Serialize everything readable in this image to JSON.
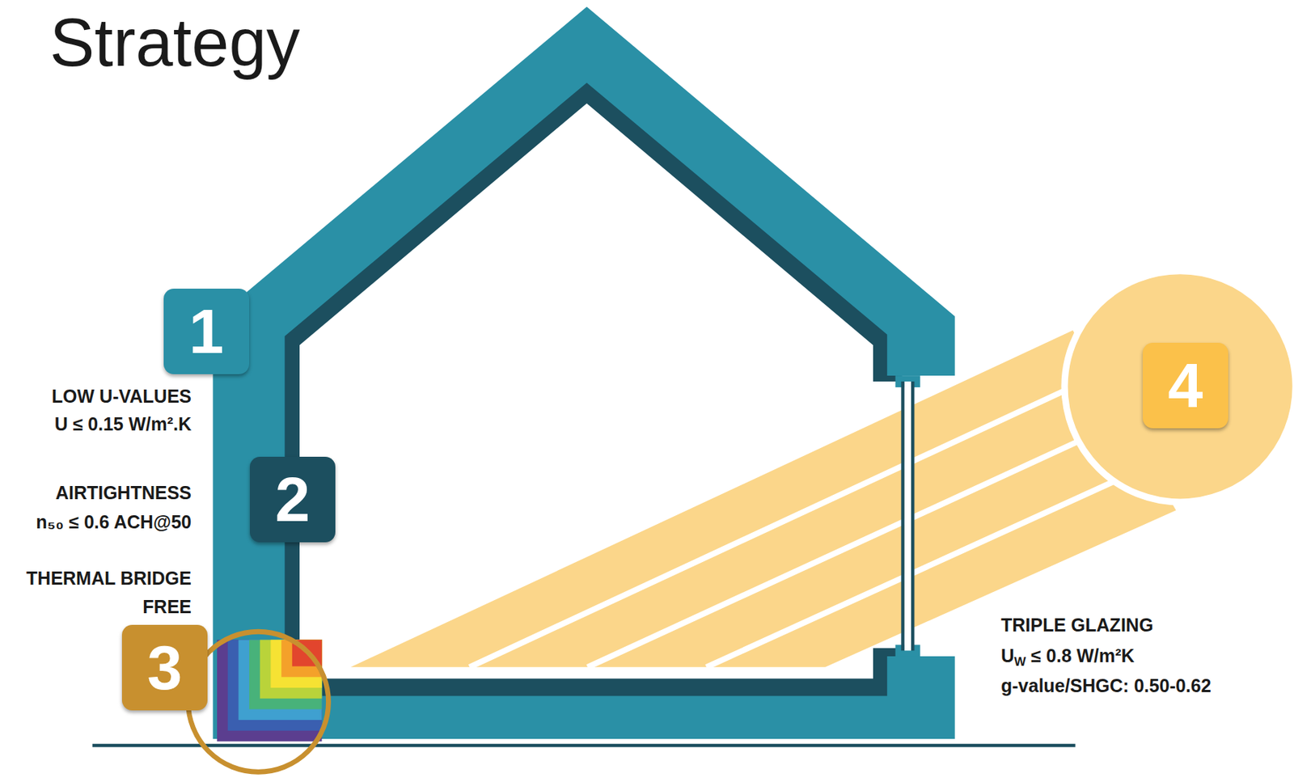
{
  "diagram": {
    "title": "Strategy",
    "labels": [
      "1",
      "LOW U-VALUES",
      "U ≤ 0.15 W/m².K",
      "2",
      "AIRTIGHTNESS",
      "n₅₀ ≤ 0.6 ACH@50",
      "THERMAL BRIDGE FREE",
      "3",
      "4",
      "TRIPLE GLAZING",
      "U",
      "W",
      "≤ 0.8 W/m²K",
      "g-value/SHGC: 0.50-0.62"
    ]
  }
}
